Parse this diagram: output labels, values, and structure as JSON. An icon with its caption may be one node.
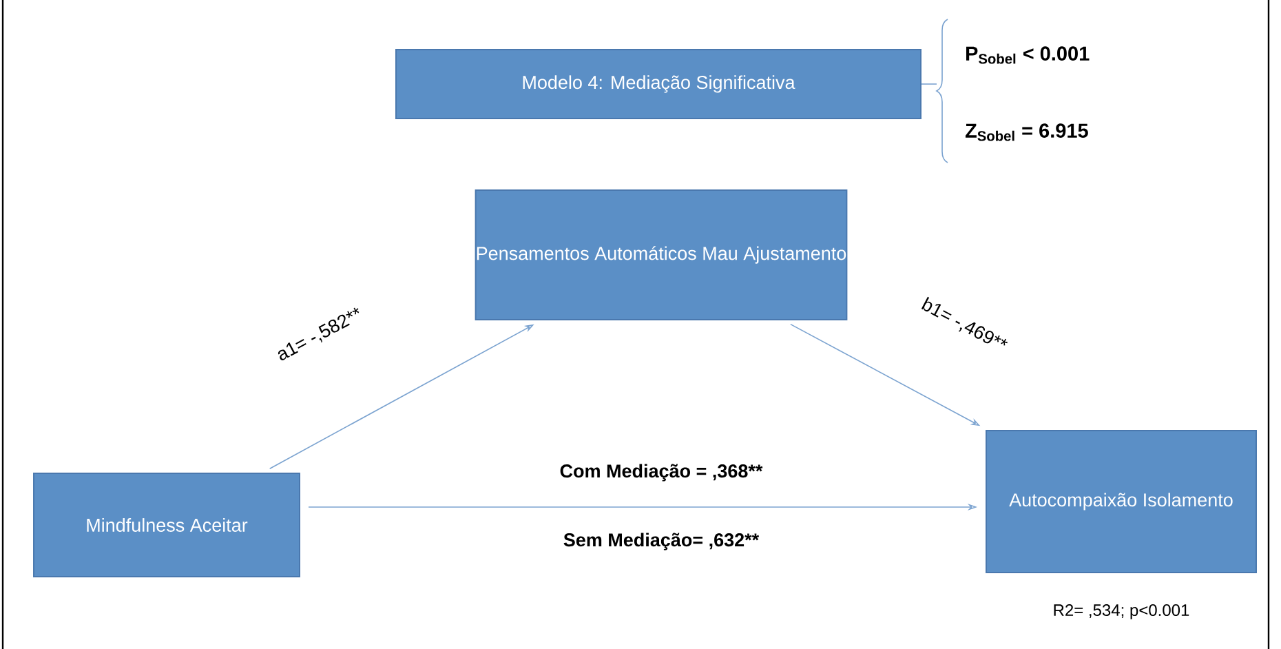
{
  "diagram": {
    "nodes": [
      {
        "text": [
          "Modelo 4: Mediação Significativa"
        ]
      },
      {
        "text": [
          "Pensamentos Automáticos Mau Ajustamento"
        ]
      },
      {
        "text": [
          "Mindfulness Aceitar"
        ]
      },
      {
        "text": [
          "Autocompaixão Isolamento"
        ],
        "beside": [
          "R2= ,534; p<0.001"
        ]
      }
    ],
    "edges": [
      {
        "from": 2,
        "to": 1,
        "arrow": "to",
        "label": "a1= -,582**"
      },
      {
        "from": 1,
        "to": 3,
        "arrow": "to",
        "label": "b1= -,469**"
      },
      {
        "from": 2,
        "to": 3,
        "arrow": "to",
        "label": "Com Mediação = ,368**"
      }
    ],
    "labels": [
      "P$_{Sobel}$ < 0.001",
      "Z$_{Sobel}$ = 6.915",
      "Sem Mediação= ,632**"
    ]
  }
}
